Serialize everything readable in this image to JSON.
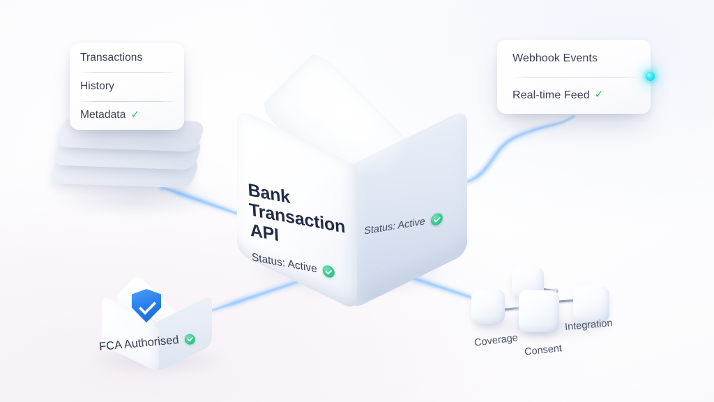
{
  "scene": {
    "title": "Bank Transaction API architecture diagram",
    "background_color": "#fbfbfd",
    "accent_color": "#4a9cf5",
    "success_color": "#3ecb93",
    "pulse_color": "#2ee6ef",
    "shield_color": "#2b82ee"
  },
  "menu_card": {
    "name": "data-endpoints-card",
    "rows": [
      {
        "label": "Transactions",
        "checked": false
      },
      {
        "label": "History",
        "checked": false
      },
      {
        "label": "Metadata",
        "checked": true
      }
    ],
    "check_glyph": "✓"
  },
  "card_stack": {
    "name": "stacked-data-plates",
    "layers": 3
  },
  "webhook_card": {
    "name": "webhook-events-card",
    "rows": [
      {
        "label": "Webhook Events",
        "checked": false
      },
      {
        "label": "Real-time Feed",
        "checked": true
      }
    ],
    "check_glyph": "✓",
    "status_dot": "live-pulse-dot"
  },
  "cube": {
    "name": "bank-transaction-api-cube",
    "title": "Bank\nTransaction\nAPI",
    "title_lines": [
      "Bank",
      "Transaction",
      "API"
    ],
    "front_status": "Status: Active",
    "right_status": "Status: Active",
    "front_status_checked": true,
    "right_status_checked": true
  },
  "fca_badge": {
    "name": "fca-authorised-node",
    "label": "FCA Authorised",
    "checked": true,
    "icon": "shield-check-icon"
  },
  "cluster": {
    "name": "capability-node-cluster",
    "nodes": [
      {
        "label": "Coverage"
      },
      {
        "label": "Consent"
      },
      {
        "label": "Integration"
      }
    ]
  },
  "connectors": [
    {
      "name": "stack-to-cube-wire",
      "from": "card_stack",
      "to": "cube"
    },
    {
      "name": "cube-to-webhook-wire",
      "from": "cube",
      "to": "webhook_card"
    },
    {
      "name": "cube-to-fca-wire",
      "from": "cube",
      "to": "fca_badge"
    },
    {
      "name": "cube-to-cluster-wire",
      "from": "cube",
      "to": "cluster"
    }
  ]
}
